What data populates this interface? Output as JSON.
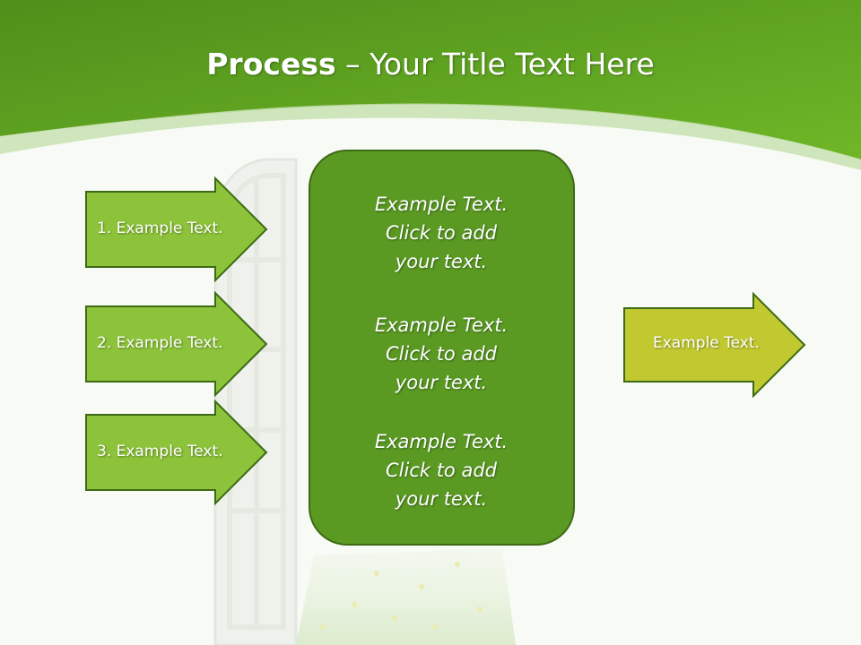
{
  "title": {
    "bold": "Process",
    "rest": " – Your Title Text Here"
  },
  "left_arrows": [
    {
      "label": "1. Example Text."
    },
    {
      "label": "2. Example Text."
    },
    {
      "label": "3. Example Text."
    }
  ],
  "center_box": {
    "blocks": [
      {
        "lines": [
          "Example Text.",
          "Click  to add",
          "your text."
        ]
      },
      {
        "lines": [
          "Example Text.",
          "Click  to add",
          "your text."
        ]
      },
      {
        "lines": [
          "Example Text.",
          "Click  to add",
          "your text."
        ]
      }
    ]
  },
  "right_arrow": {
    "label": "Example Text."
  },
  "colors": {
    "header_green": "#5fa51f",
    "arrow_green": "#8dc33a",
    "box_green": "#5a9a22",
    "right_arrow": "#c2c930",
    "outline": "#3d6a14"
  }
}
